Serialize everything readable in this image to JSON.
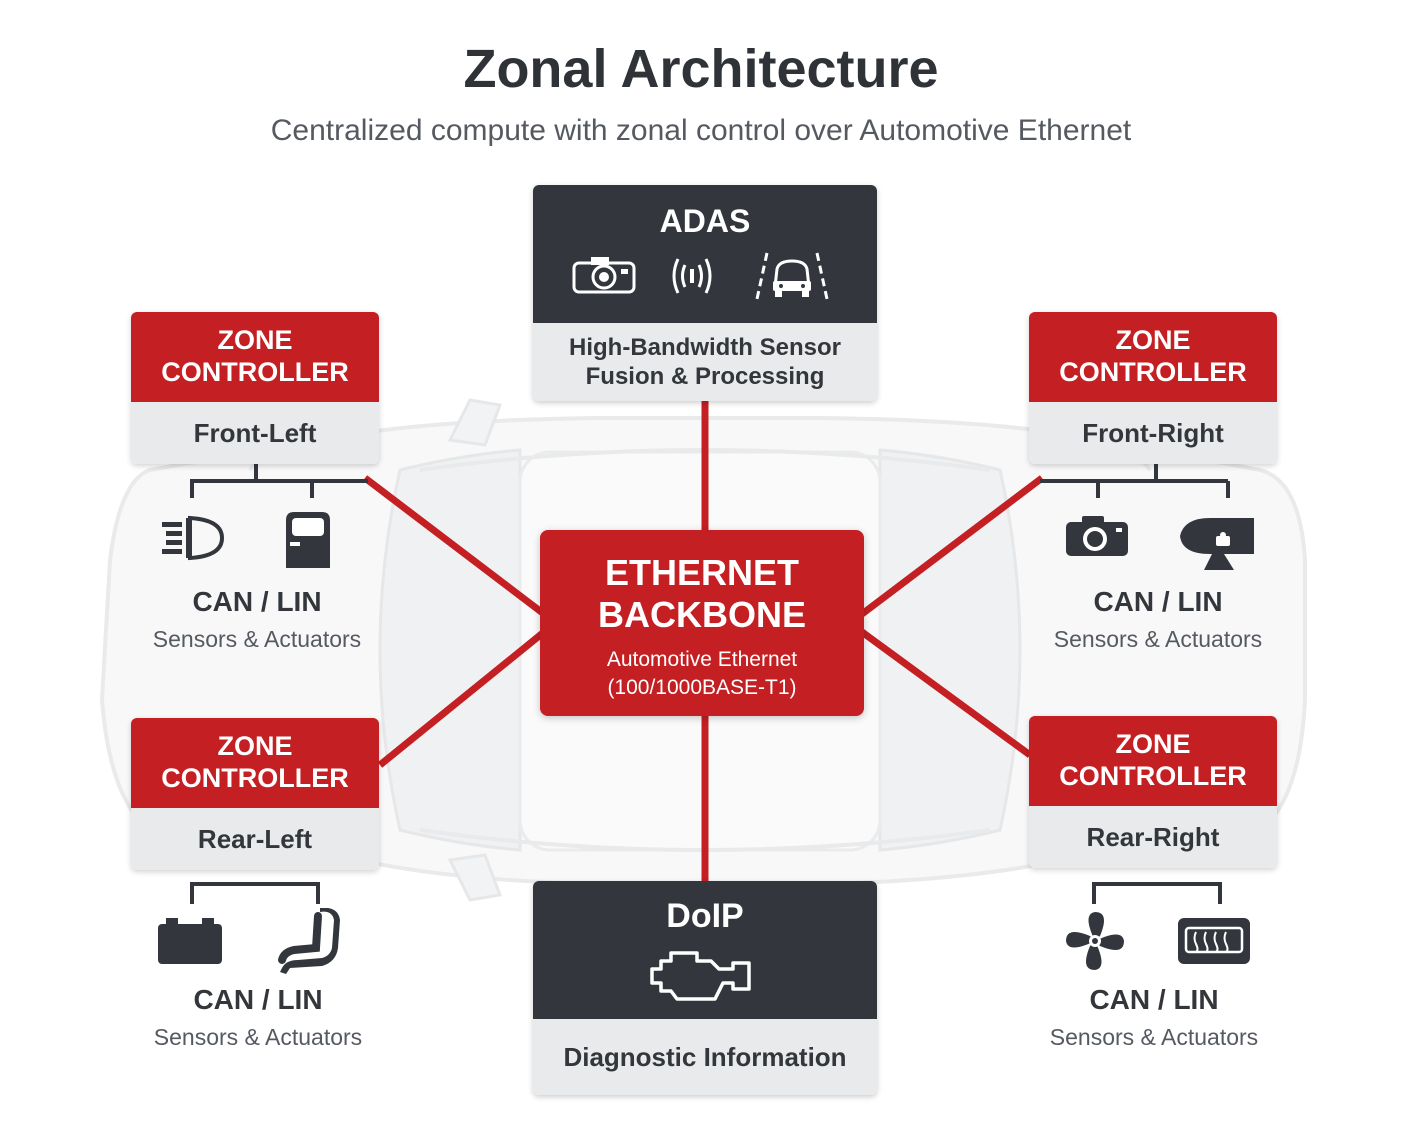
{
  "title": "Zonal Architecture",
  "subtitle": "Centralized compute with zonal control over Automotive Ethernet",
  "colors": {
    "accent": "#c41f22",
    "dark": "#33373d",
    "light": "#e9eaec"
  },
  "adas": {
    "title": "ADAS",
    "caption": "High-Bandwidth Sensor Fusion & Processing",
    "icons": [
      "camera-icon",
      "radar-icon",
      "lane-assist-icon"
    ]
  },
  "backbone": {
    "title": "ETHERNET BACKBONE",
    "subtitle": "Automotive Ethernet",
    "spec": "(100/1000BASE-T1)"
  },
  "doip": {
    "title": "DoIP",
    "caption": "Diagnostic Information",
    "icon": "engine-icon"
  },
  "zones": [
    {
      "header": "ZONE CONTROLLER",
      "name": "Front-Left",
      "protocol": "CAN / LIN",
      "description": "Sensors & Actuators",
      "icons": [
        "headlight-icon",
        "door-icon"
      ]
    },
    {
      "header": "ZONE CONTROLLER",
      "name": "Front-Right",
      "protocol": "CAN / LIN",
      "description": "Sensors & Actuators",
      "icons": [
        "camera-icon",
        "mirror-icon"
      ]
    },
    {
      "header": "ZONE CONTROLLER",
      "name": "Rear-Left",
      "protocol": "CAN / LIN",
      "description": "Sensors & Actuators",
      "icons": [
        "battery-icon",
        "seat-icon"
      ]
    },
    {
      "header": "ZONE CONTROLLER",
      "name": "Rear-Right",
      "protocol": "CAN / LIN",
      "description": "Sensors & Actuators",
      "icons": [
        "fan-icon",
        "rear-defrost-icon"
      ]
    }
  ]
}
